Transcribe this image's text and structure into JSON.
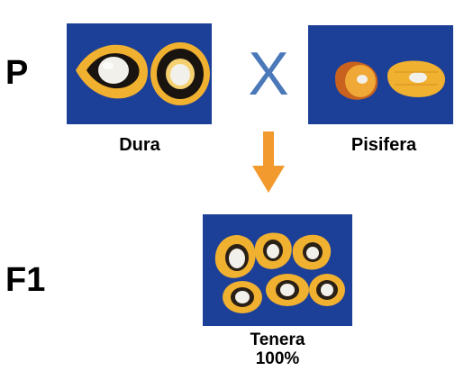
{
  "generations": {
    "parent": "P",
    "filial": "F1"
  },
  "parents": {
    "left": "Dura",
    "right": "Pisifera",
    "cross_symbol": "X"
  },
  "offspring": {
    "name": "Tenera",
    "percent": "100%"
  },
  "colors": {
    "photo_background": "#1c3f97",
    "fruit_mesocarp": "#f0b030",
    "shell_black": "#1a1410",
    "kernel_white": "#f2f0ea",
    "cross_sign": "#4a78b8",
    "arrow": "#f29a2e"
  }
}
